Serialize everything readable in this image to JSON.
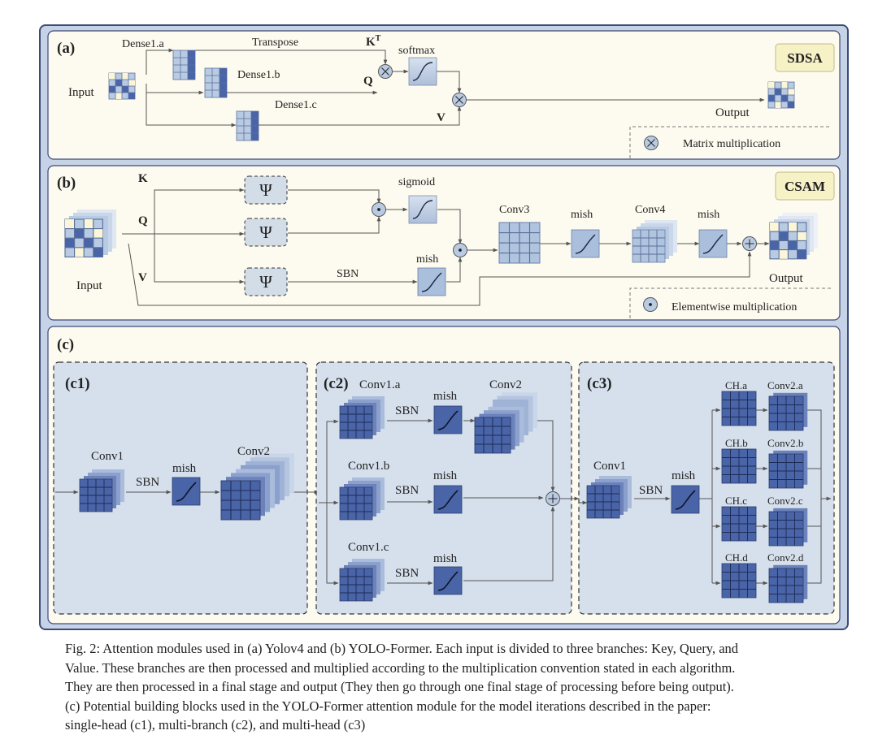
{
  "panel_a": {
    "tag": "(a)",
    "badge": "SDSA",
    "input_label": "Input",
    "output_label": "Output",
    "dense_a": "Dense1.a",
    "dense_b": "Dense1.b",
    "dense_c": "Dense1.c",
    "transpose": "Transpose",
    "k_label": "K",
    "k_sup": "T",
    "q_label": "Q",
    "v_label": "V",
    "softmax": "softmax",
    "legend": "Matrix multiplication"
  },
  "panel_b": {
    "tag": "(b)",
    "badge": "CSAM",
    "input_label": "Input",
    "output_label": "Output",
    "k_label": "K",
    "q_label": "Q",
    "v_label": "V",
    "psi": "Ψ",
    "sigmoid": "sigmoid",
    "sbn": "SBN",
    "mish": "mish",
    "conv3": "Conv3",
    "conv4": "Conv4",
    "legend": "Elementwise multiplication"
  },
  "panel_c": {
    "tag": "(c)",
    "c1": {
      "tag": "(c1)",
      "conv1": "Conv1",
      "sbn": "SBN",
      "mish": "mish",
      "conv2": "Conv2"
    },
    "c2": {
      "tag": "(c2)",
      "conv1a": "Conv1.a",
      "conv1b": "Conv1.b",
      "conv1c": "Conv1.c",
      "sbn": "SBN",
      "mish": "mish",
      "conv2": "Conv2"
    },
    "c3": {
      "tag": "(c3)",
      "conv1": "Conv1",
      "sbn": "SBN",
      "mish": "mish",
      "ch_a": "CH.a",
      "ch_b": "CH.b",
      "ch_c": "CH.c",
      "ch_d": "CH.d",
      "conv2a": "Conv2.a",
      "conv2b": "Conv2.b",
      "conv2c": "Conv2.c",
      "conv2d": "Conv2.d"
    }
  },
  "caption_lines": [
    "Fig. 2: Attention modules used in (a) Yolov4 and (b) YOLO-Former. Each input is divided to three branches: Key, Query, and",
    "Value. These branches are then processed and multiplied according to the multiplication convention stated in each algorithm.",
    "They are then processed in a final stage and output (They then go through one final stage of processing before being output).",
    "(c) Potential building blocks used in the YOLO-Former attention module for the model iterations described in the paper:",
    "single-head (c1), multi-branch (c2), and multi-head (c3)"
  ],
  "colors": {
    "outer_frame": "#c6d3e6",
    "panel_bg": "#fdfbef",
    "sub_panel_bg": "#d6e0ec",
    "badge_bg": "#f7f1c6",
    "conv_blue": "#4a64a8",
    "matrix_light": "#b9cbe3",
    "matrix_cream": "#fbf6d8",
    "psi_box": "#d3dde8"
  }
}
